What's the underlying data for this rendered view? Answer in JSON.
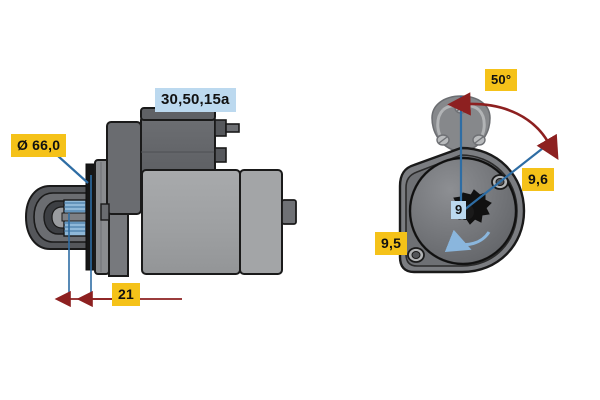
{
  "drawing": {
    "background_color": "#ffffff",
    "title": "Starter motor technical dimension drawing",
    "views": [
      {
        "name": "side-view",
        "label": "Side view of starter motor"
      },
      {
        "name": "end-view",
        "label": "Drive end view of starter motor"
      }
    ]
  },
  "labels": {
    "terminals": {
      "text": "30,50,15a",
      "color": "#bcd9ef",
      "kind": "terminal-designation"
    },
    "diameter": {
      "text": "Ø 66,0",
      "color": "#f5c219",
      "kind": "dimension-mm"
    },
    "offset": {
      "text": "21",
      "color": "#f5c219",
      "kind": "dimension-mm"
    },
    "angle": {
      "text": "50°",
      "color": "#f5c219",
      "kind": "dimension-degrees"
    },
    "bolt": {
      "text": "9,6",
      "color": "#f5c219",
      "kind": "dimension-mm"
    },
    "mount": {
      "text": "9,5",
      "color": "#f5c219",
      "kind": "dimension-mm"
    },
    "teeth": {
      "text": "9",
      "color": "#bcd9ef",
      "kind": "tooth-count"
    }
  },
  "palette": {
    "body_gray": "#9ea0a2",
    "dark_gray": "#636569",
    "mid_gray": "#7d7f83",
    "housing_gray": "#8a8c8f",
    "outline": "#1a1a1a",
    "dimension_blue": "#2e6da4",
    "dimension_red": "#8d2020",
    "arrow_blue": "#8ab6dd",
    "pinion_blue": "#8fb8d8",
    "badge_yellow": "#f5c219",
    "badge_blue": "#bcd9ef"
  }
}
